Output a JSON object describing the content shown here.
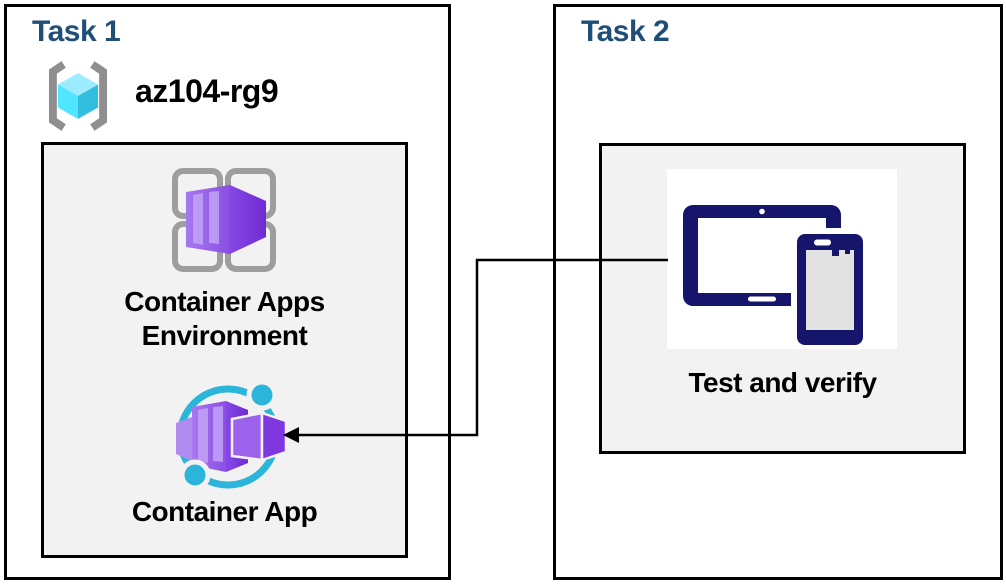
{
  "page": {
    "background": "#FFFFFF"
  },
  "colors": {
    "title_blue": "#1F4E79",
    "panel_border": "#000000",
    "inner_box_fill": "#F2F2F2",
    "label_text": "#000000",
    "bracket_gray": "#8F8F8F",
    "cube_cyan_top": "#9CEBFF",
    "cube_cyan_left": "#50E6FF",
    "cube_cyan_right": "#32BEDD",
    "container_purple_light": "#A678F0",
    "container_purple_dark": "#7233D4",
    "app_ring_cyan": "#2CB5DA",
    "device_navy": "#15156B",
    "device_screen_gray": "#E2E2E2",
    "connector_black": "#000000"
  },
  "task1": {
    "title": "Task 1",
    "resource_group": {
      "icon": "resource-group-icon",
      "name": "az104-rg9"
    },
    "environment": {
      "icon": "container-apps-environment-icon",
      "label_line1": "Container Apps",
      "label_line2": "Environment"
    },
    "app": {
      "icon": "container-app-icon",
      "label": "Container App"
    }
  },
  "task2": {
    "title": "Task 2",
    "verify": {
      "icon": "test-devices-icon",
      "label": "Test and verify"
    }
  },
  "connector": {
    "type": "elbow-arrow",
    "from": "test-and-verify",
    "to": "container-app"
  }
}
